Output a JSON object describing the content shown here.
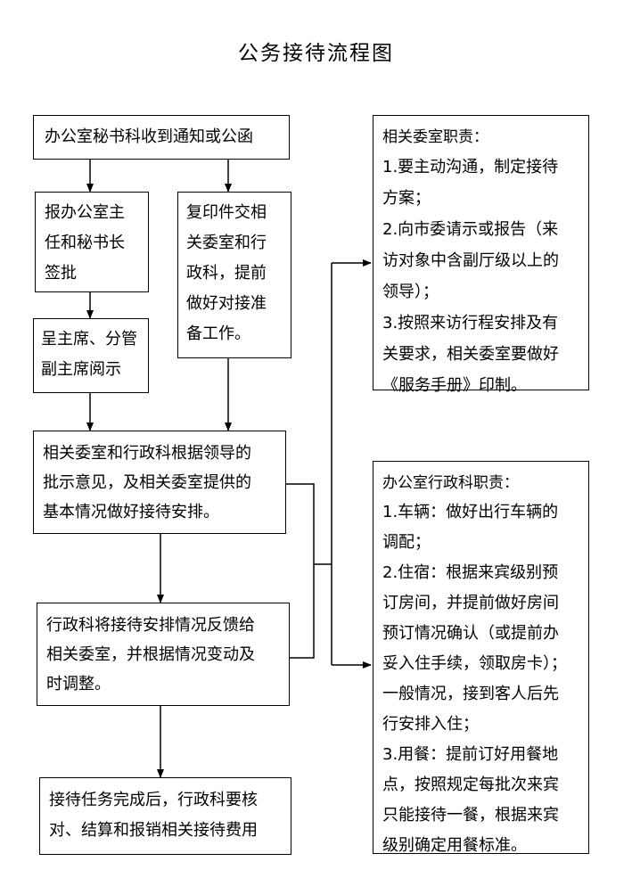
{
  "title": "公务接待流程图",
  "nodes": {
    "receive": [
      "办公室秘书科收到通知或公函"
    ],
    "report": [
      "报办公室主",
      "任和秘书长",
      "签批"
    ],
    "copy": [
      "复印件交相",
      "关委室和行",
      "政科，提前",
      "做好对接准",
      "备工作。"
    ],
    "present": [
      "呈主席、分管",
      "副主席阅示"
    ],
    "arrange": [
      "相关委室和行政科根据领导的",
      "批示意见，及相关委室提供的",
      "基本情况做好接待安排。"
    ],
    "feedback": [
      "行政科将接待安排情况反馈给",
      "相关委室，并根据情况变动及",
      "时调整。"
    ],
    "complete": [
      "接待任务完成后，行政科要核",
      "对、结算和报销相关接待费用"
    ]
  },
  "duties": {
    "committee": {
      "heading": "相关委室职责：",
      "lines": [
        "1.要主动沟通，制定接待",
        "方案；",
        "2.向市委请示或报告（来",
        "访对象中含副厅级以上的",
        "领导）；",
        "3.按照来访行程安排及有",
        "关要求，相关委室要做好",
        "《服务手册》印制。"
      ]
    },
    "admin": {
      "heading": "办公室行政科职责：",
      "lines": [
        "1.车辆：做好出行车辆的",
        "调配；",
        "2.住宿：根据来宾级别预",
        "订房间，并提前做好房间",
        "预订情况确认（或提前办",
        "妥入住手续，领取房卡）；",
        "一般情况，接到客人后先",
        "行安排入住；",
        "3.用餐：提前订好用餐地",
        "点，按照规定每批次来宾",
        "只能接待一餐，根据来宾",
        "级别确定用餐标准。"
      ]
    }
  }
}
